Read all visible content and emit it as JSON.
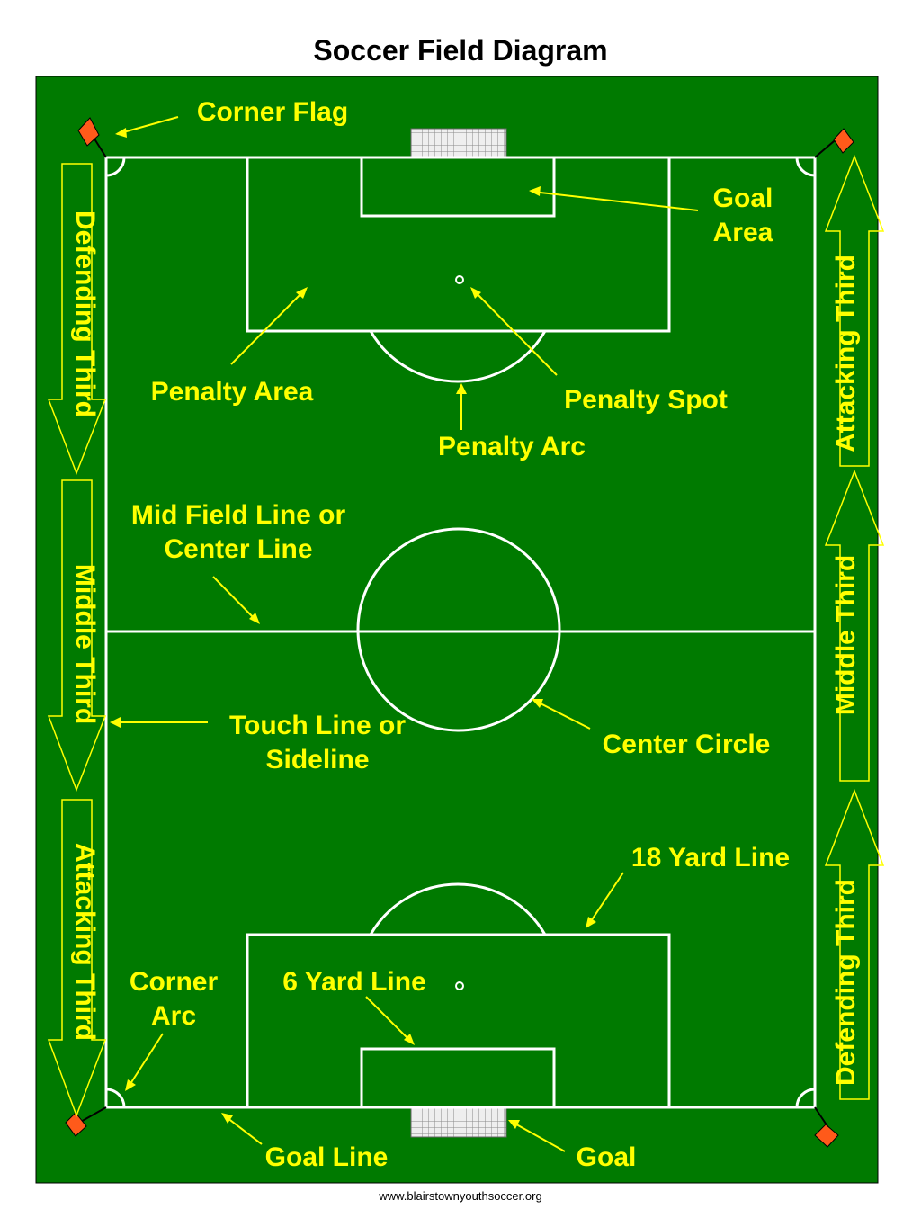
{
  "title": "Soccer Field Diagram",
  "footer": "www.blairstownyouthsoccer.org",
  "colors": {
    "grass": "#007a00",
    "lines": "#ffffff",
    "labels": "#ffff00",
    "flag": "#ff5a1a"
  },
  "labels": {
    "corner_flag": "Corner Flag",
    "goal_area_1": "Goal",
    "goal_area_2": "Area",
    "penalty_area": "Penalty Area",
    "penalty_spot": "Penalty Spot",
    "penalty_arc": "Penalty Arc",
    "mid_field_1": "Mid Field Line or",
    "mid_field_2": "Center Line",
    "touch_line_1": "Touch Line or",
    "touch_line_2": "Sideline",
    "center_circle": "Center Circle",
    "yard18": "18 Yard Line",
    "corner_arc_1": "Corner",
    "corner_arc_2": "Arc",
    "yard6": "6 Yard Line",
    "goal_line": "Goal Line",
    "goal": "Goal"
  },
  "left_arrows": [
    "Defending Third",
    "Middle Third",
    "Attacking Third"
  ],
  "right_arrows": [
    "Attacking Third",
    "Middle Third",
    "Defending Third"
  ]
}
